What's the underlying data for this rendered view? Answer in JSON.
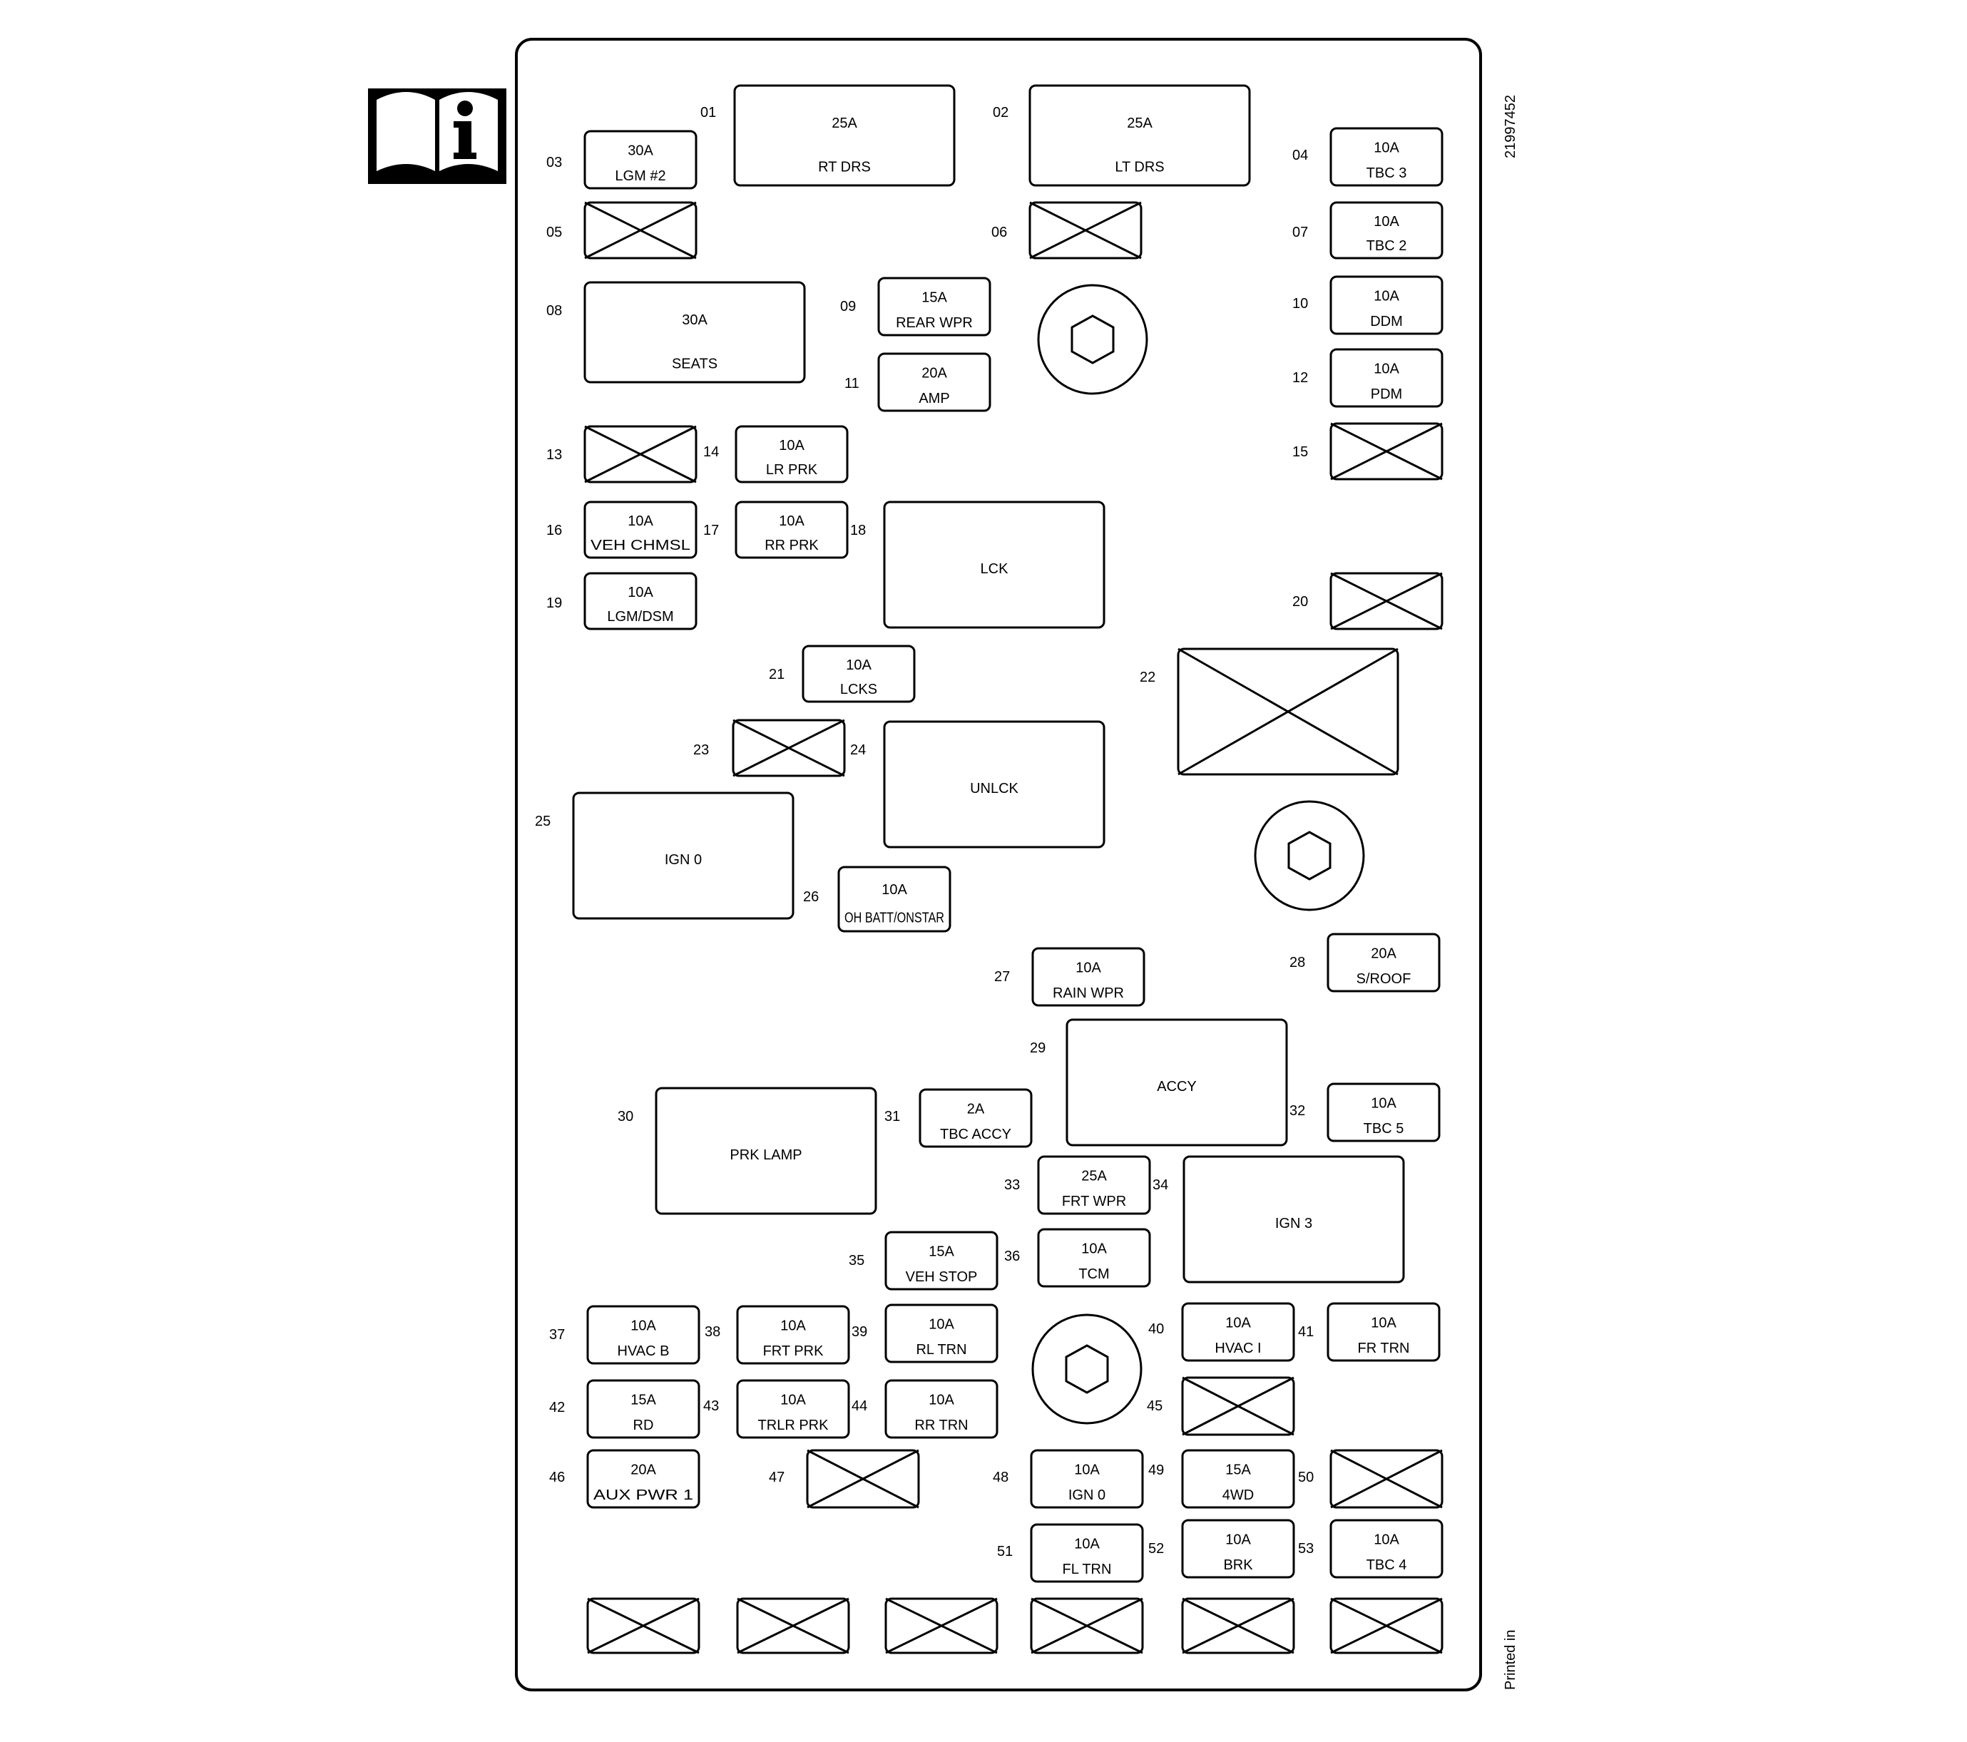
{
  "diagram": {
    "part_number": "21997452",
    "printed_text": "Printed in",
    "info_icon": "manual-info-icon"
  },
  "fuses": [
    {
      "num": "01",
      "amp": "25A",
      "name": "RT DRS"
    },
    {
      "num": "02",
      "amp": "25A",
      "name": "LT DRS"
    },
    {
      "num": "03",
      "amp": "30A",
      "name": "LGM #2"
    },
    {
      "num": "04",
      "amp": "10A",
      "name": "TBC 3"
    },
    {
      "num": "05",
      "amp": "",
      "name": ""
    },
    {
      "num": "06",
      "amp": "",
      "name": ""
    },
    {
      "num": "07",
      "amp": "10A",
      "name": "TBC 2"
    },
    {
      "num": "08",
      "amp": "30A",
      "name": "SEATS"
    },
    {
      "num": "09",
      "amp": "15A",
      "name": "REAR WPR"
    },
    {
      "num": "10",
      "amp": "10A",
      "name": "DDM"
    },
    {
      "num": "11",
      "amp": "20A",
      "name": "AMP"
    },
    {
      "num": "12",
      "amp": "10A",
      "name": "PDM"
    },
    {
      "num": "13",
      "amp": "",
      "name": ""
    },
    {
      "num": "14",
      "amp": "10A",
      "name": "LR PRK"
    },
    {
      "num": "15",
      "amp": "",
      "name": ""
    },
    {
      "num": "16",
      "amp": "10A",
      "name": "VEH CHMSL"
    },
    {
      "num": "17",
      "amp": "10A",
      "name": "RR PRK"
    },
    {
      "num": "18",
      "amp": "",
      "name": "LCK"
    },
    {
      "num": "19",
      "amp": "10A",
      "name": "LGM/DSM"
    },
    {
      "num": "20",
      "amp": "",
      "name": ""
    },
    {
      "num": "21",
      "amp": "10A",
      "name": "LCKS"
    },
    {
      "num": "22",
      "amp": "",
      "name": ""
    },
    {
      "num": "23",
      "amp": "",
      "name": ""
    },
    {
      "num": "24",
      "amp": "",
      "name": "UNLCK"
    },
    {
      "num": "25",
      "amp": "",
      "name": "IGN 0"
    },
    {
      "num": "26",
      "amp": "10A",
      "name": "OH BATT/ONSTAR"
    },
    {
      "num": "27",
      "amp": "10A",
      "name": "RAIN WPR"
    },
    {
      "num": "28",
      "amp": "20A",
      "name": "S/ROOF"
    },
    {
      "num": "29",
      "amp": "",
      "name": "ACCY"
    },
    {
      "num": "30",
      "amp": "",
      "name": "PRK LAMP"
    },
    {
      "num": "31",
      "amp": "2A",
      "name": "TBC ACCY"
    },
    {
      "num": "32",
      "amp": "10A",
      "name": "TBC 5"
    },
    {
      "num": "33",
      "amp": "25A",
      "name": "FRT WPR"
    },
    {
      "num": "34",
      "amp": "",
      "name": "IGN 3"
    },
    {
      "num": "35",
      "amp": "15A",
      "name": "VEH STOP"
    },
    {
      "num": "36",
      "amp": "10A",
      "name": "TCM"
    },
    {
      "num": "37",
      "amp": "10A",
      "name": "HVAC B"
    },
    {
      "num": "38",
      "amp": "10A",
      "name": "FRT PRK"
    },
    {
      "num": "39",
      "amp": "10A",
      "name": "RL TRN"
    },
    {
      "num": "40",
      "amp": "10A",
      "name": "HVAC I"
    },
    {
      "num": "41",
      "amp": "10A",
      "name": "FR TRN"
    },
    {
      "num": "42",
      "amp": "15A",
      "name": "RD"
    },
    {
      "num": "43",
      "amp": "10A",
      "name": "TRLR PRK"
    },
    {
      "num": "44",
      "amp": "10A",
      "name": "RR TRN"
    },
    {
      "num": "45",
      "amp": "",
      "name": ""
    },
    {
      "num": "46",
      "amp": "20A",
      "name": "AUX PWR 1"
    },
    {
      "num": "47",
      "amp": "",
      "name": ""
    },
    {
      "num": "48",
      "amp": "10A",
      "name": "IGN 0"
    },
    {
      "num": "49",
      "amp": "15A",
      "name": "4WD"
    },
    {
      "num": "50",
      "amp": "",
      "name": ""
    },
    {
      "num": "51",
      "amp": "10A",
      "name": "FL TRN"
    },
    {
      "num": "52",
      "amp": "10A",
      "name": "BRK"
    },
    {
      "num": "53",
      "amp": "10A",
      "name": "TBC 4"
    }
  ]
}
